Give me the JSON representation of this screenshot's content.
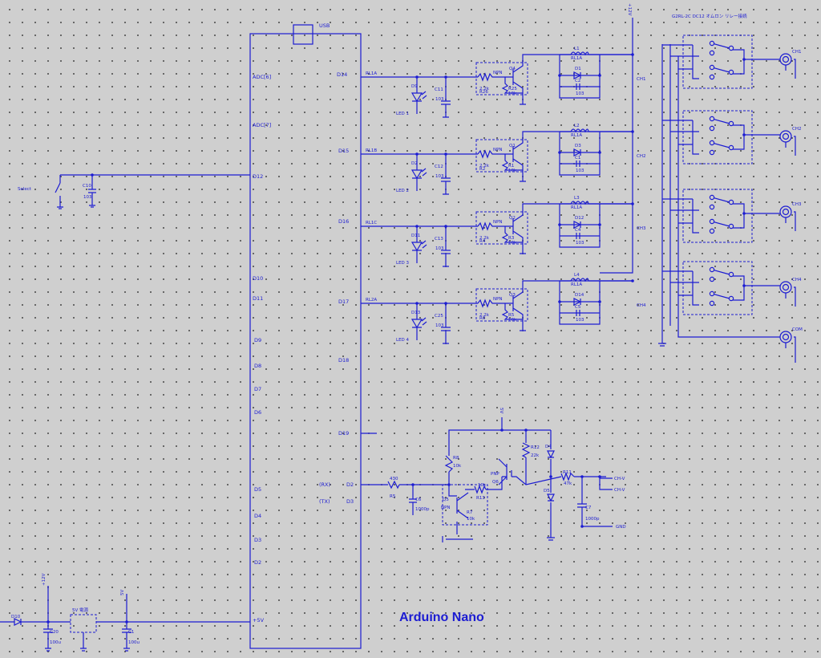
{
  "board": {
    "title": "Arduino Nano",
    "usb_label": "USB",
    "pins_left": [
      "ADC[6]",
      "ADC[7]",
      "D12",
      "D10",
      "D11",
      "D9",
      "D8",
      "D7",
      "D6",
      "D5",
      "D4",
      "D3",
      "D2",
      "+5V"
    ],
    "pins_right": [
      "D14",
      "D15",
      "D16",
      "D17",
      "D18",
      "D19",
      "D2",
      "D3"
    ],
    "rx_label": "(RX)",
    "tx_label": "(TX)"
  },
  "rails": {
    "v12": "+12V",
    "gnd": "GND"
  },
  "relay_block_title": "G2RL-2C DC12 オムロン リレー接続",
  "channels": [
    {
      "net": "RL1A",
      "led": "LED 1",
      "cap_cf": "C11",
      "cap_val": "103",
      "led_d": "D9",
      "r_base": "R26",
      "r_base_val": "2.2k",
      "r_pd": "R25",
      "r_pd_val": "10k",
      "q": "Q4",
      "coil": "L1",
      "coil_val": "RL1A",
      "fd": "D1",
      "c": "C2",
      "c_val": "103",
      "ch": "CH1"
    },
    {
      "net": "RL1B",
      "led": "LED 2",
      "cap_cf": "C12",
      "cap_val": "103",
      "led_d": "D2",
      "r_base": "R2",
      "r_base_val": "2.2k",
      "r_pd": "R1",
      "r_pd_val": "10k",
      "q": "Q1",
      "coil": "L2",
      "coil_val": "RL1A",
      "fd": "D3",
      "c": "C1",
      "c_val": "103",
      "ch": "CH2"
    },
    {
      "net": "RL1C",
      "led": "LED 3",
      "cap_cf": "C13",
      "cap_val": "103",
      "led_d": "D11",
      "r_base": "R4",
      "r_base_val": "2.2k",
      "r_pd": "R3",
      "r_pd_val": "10k",
      "q": "Q2",
      "coil": "L3",
      "coil_val": "RL1A",
      "fd": "D12",
      "c": "C4",
      "c_val": "103",
      "ch": "CH3"
    },
    {
      "net": "RL2A",
      "led": "LED 4",
      "cap_cf": "C25",
      "cap_val": "103",
      "led_d": "D13",
      "r_base": "R6",
      "r_base_val": "2.2k",
      "r_pd": "R5",
      "r_pd_val": "10k",
      "q": "Q3",
      "coil": "L4",
      "coil_val": "RL1A",
      "fd": "D14",
      "c": "C5",
      "c_val": "103",
      "ch": "CH4"
    }
  ],
  "jacks": [
    "CH1",
    "CH2",
    "CH3",
    "CH4",
    "COM"
  ],
  "select": {
    "label": "Select",
    "cap": "C10",
    "cap_val": "103"
  },
  "output_stage": {
    "r_in": "430",
    "r_in_name": "R5",
    "c_in": "C6",
    "c_in_val": "1000p",
    "r8": "R8",
    "r8_val": "10k",
    "q_npn": "Q5",
    "npn": "NPN",
    "r7": "R7",
    "r7_val": "10k",
    "r13": "R13",
    "r13_val": "10k",
    "q_pnp": "Q6",
    "pnp": "PNP",
    "r12": "R12",
    "r12_val": "22k",
    "d_top": "D4",
    "d_bot": "D5",
    "r11": "R11",
    "r11_val": "47k",
    "c7": "C7",
    "c7_val": "1000p",
    "out1": "CH-V",
    "out2": "CH-V",
    "gnd": "GND",
    "vtop": "5V"
  },
  "power": {
    "diode": "D10",
    "c20": "C20",
    "c20_val": "100u",
    "reg": "5V 電源",
    "c1": "C1",
    "c1_val": "100u",
    "v12": "+12V",
    "v5": "5V"
  }
}
